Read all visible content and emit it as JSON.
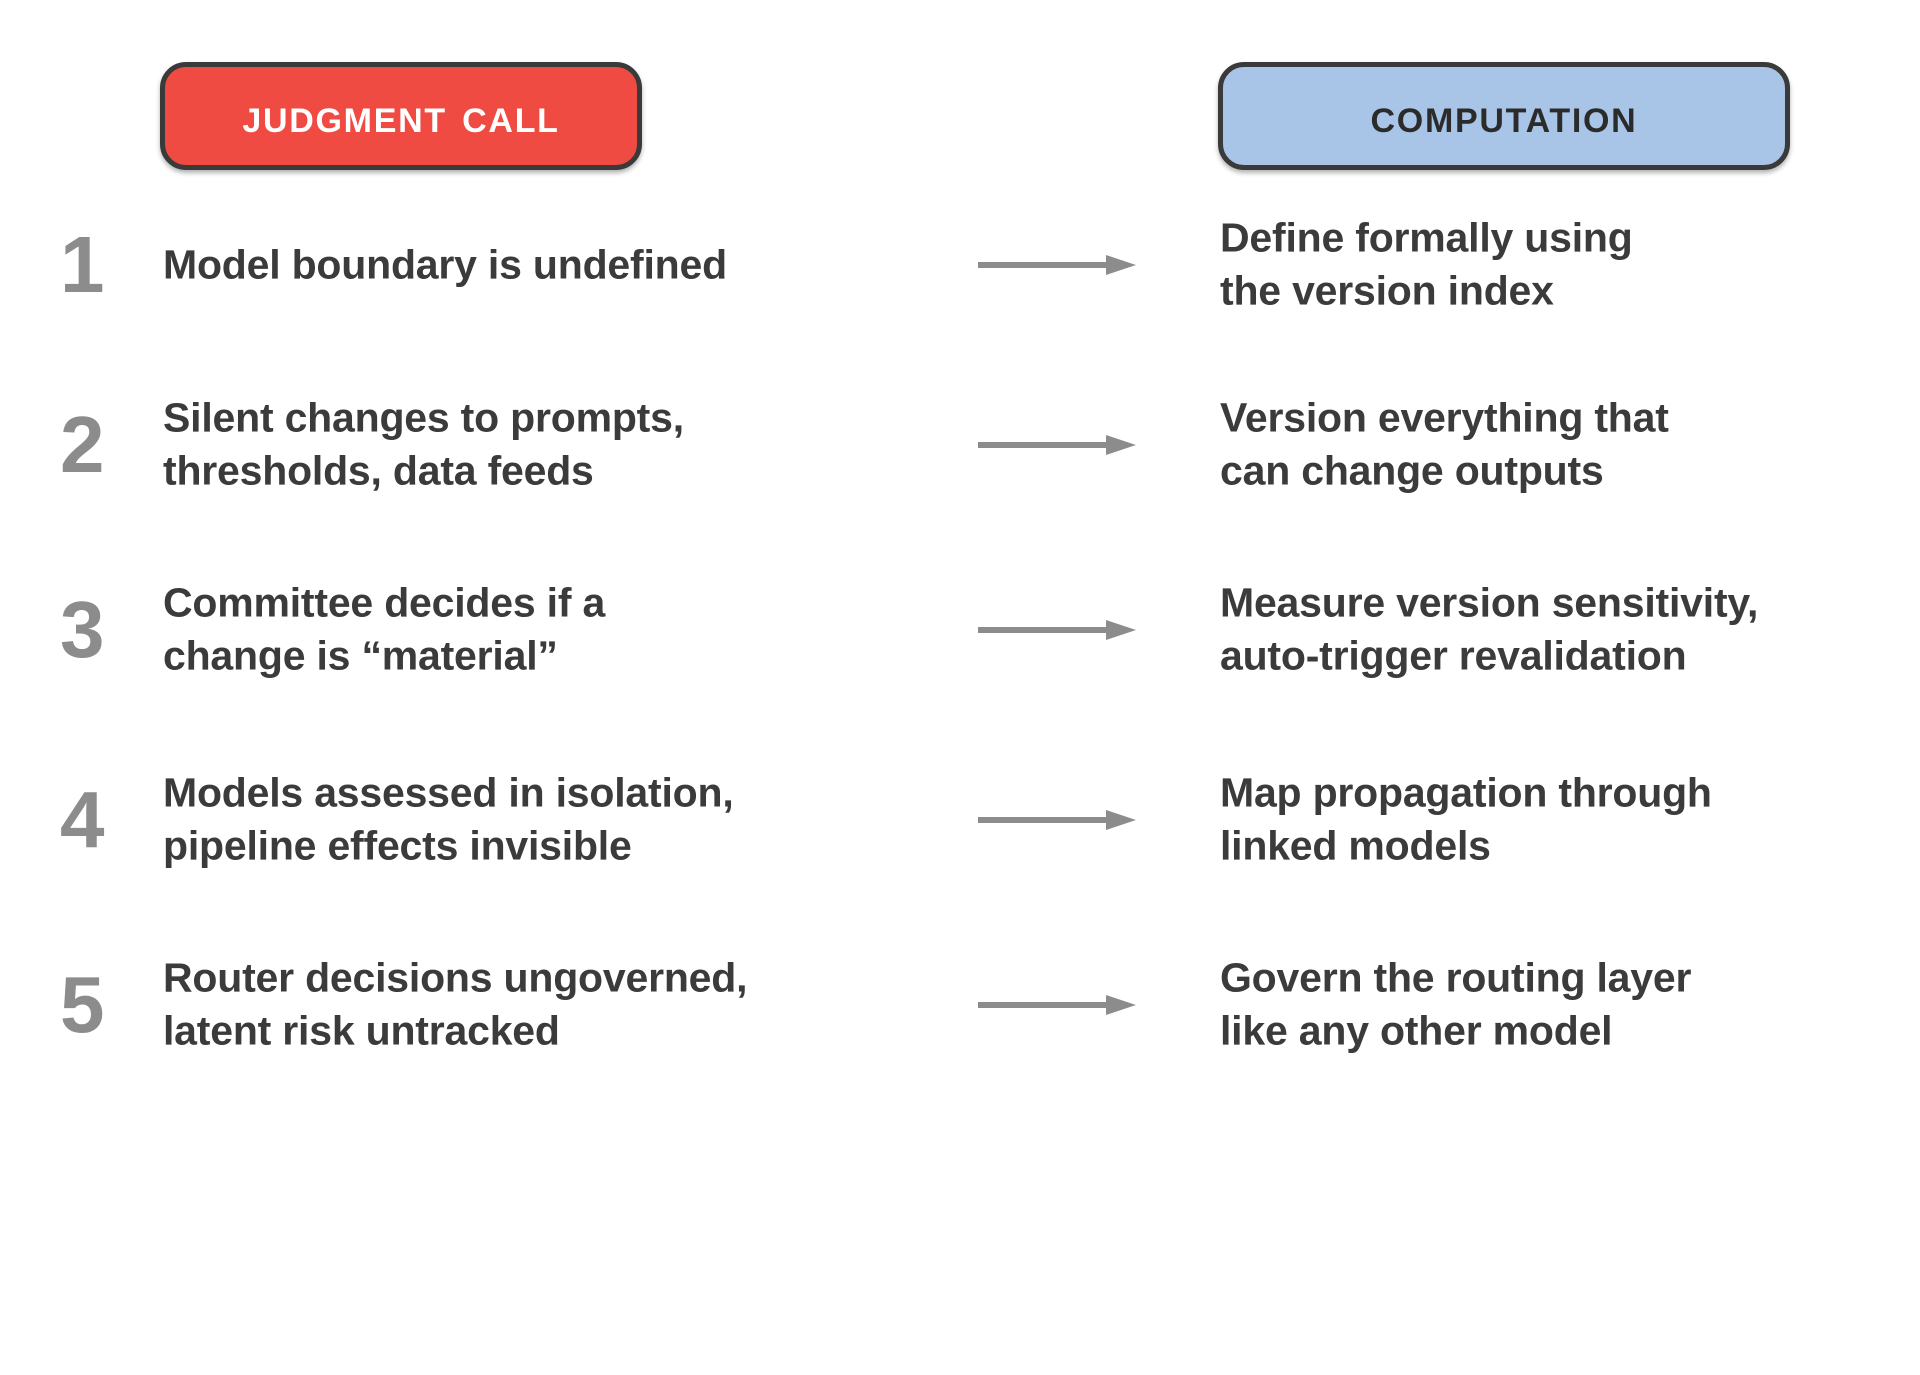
{
  "headers": {
    "left": {
      "label": "Judgment Call",
      "color": "#ef4b43",
      "text_color": "#ffffff"
    },
    "right": {
      "label": "Computation",
      "color": "#a8c4e6",
      "text_color": "#2b2b2b"
    }
  },
  "colors": {
    "number": "#8c8c8c",
    "body_text": "#3b3b3b",
    "arrow": "#8c8c8c",
    "outline": "#3a3a3a",
    "background": "#ffffff"
  },
  "icons": {
    "arrow": "arrow-right-icon"
  },
  "rows": [
    {
      "number": "1",
      "left_line1": "Model boundary is undefined",
      "left_line2": "",
      "right_line1": "Define formally using",
      "right_line2": "the version index"
    },
    {
      "number": "2",
      "left_line1": "Silent changes to prompts,",
      "left_line2": "thresholds, data feeds",
      "right_line1": "Version everything that",
      "right_line2": "can change outputs"
    },
    {
      "number": "3",
      "left_line1": "Committee decides if a",
      "left_line2": "change is “material”",
      "right_line1": "Measure version sensitivity,",
      "right_line2": "auto-trigger revalidation"
    },
    {
      "number": "4",
      "left_line1": "Models assessed in isolation,",
      "left_line2": "pipeline effects invisible",
      "right_line1": "Map propagation through",
      "right_line2": "linked models"
    },
    {
      "number": "5",
      "left_line1": "Router decisions ungoverned,",
      "left_line2": "latent risk untracked",
      "right_line1": "Govern the routing layer",
      "right_line2": "like any other model"
    }
  ]
}
